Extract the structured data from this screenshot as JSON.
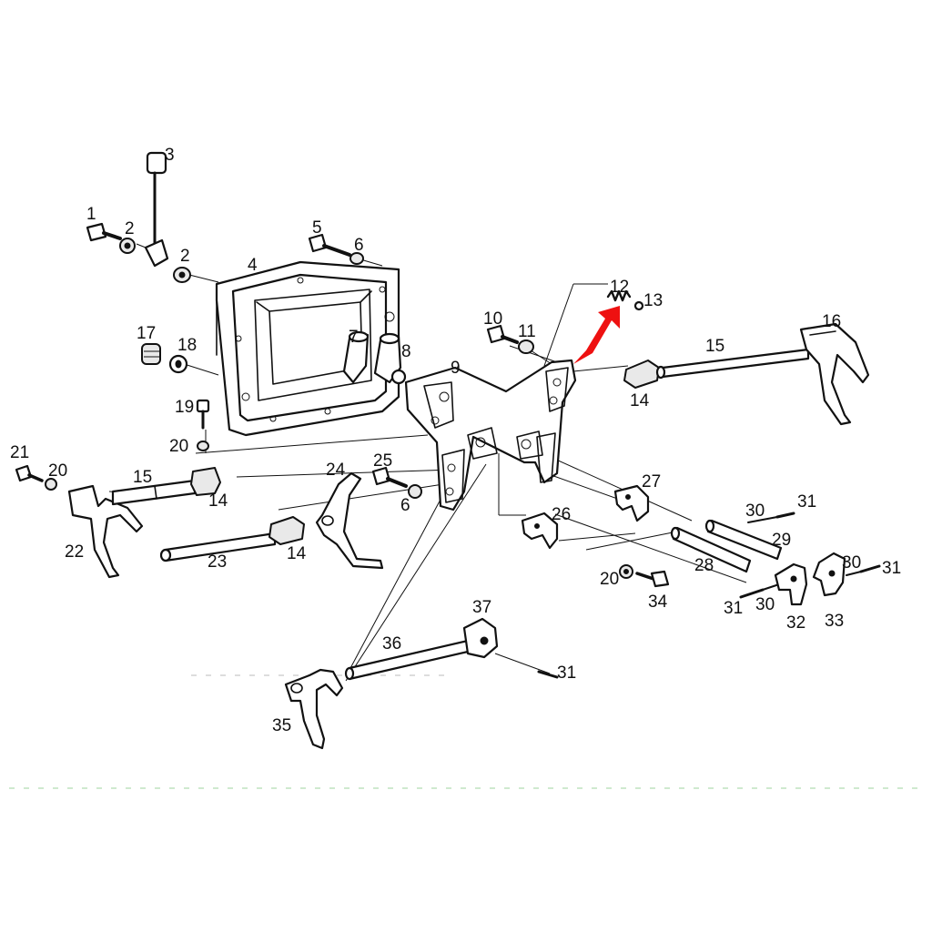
{
  "diagram": {
    "callouts": [
      {
        "id": "c1",
        "text": "1"
      },
      {
        "id": "c2a",
        "text": "2"
      },
      {
        "id": "c2b",
        "text": "2"
      },
      {
        "id": "c3",
        "text": "3"
      },
      {
        "id": "c4",
        "text": "4"
      },
      {
        "id": "c5",
        "text": "5"
      },
      {
        "id": "c6a",
        "text": "6"
      },
      {
        "id": "c6b",
        "text": "6"
      },
      {
        "id": "c7",
        "text": "7"
      },
      {
        "id": "c8",
        "text": "8"
      },
      {
        "id": "c9",
        "text": "9"
      },
      {
        "id": "c10",
        "text": "10"
      },
      {
        "id": "c11",
        "text": "11"
      },
      {
        "id": "c12",
        "text": "12"
      },
      {
        "id": "c13",
        "text": "13"
      },
      {
        "id": "c14a",
        "text": "14"
      },
      {
        "id": "c14b",
        "text": "14"
      },
      {
        "id": "c14c",
        "text": "14"
      },
      {
        "id": "c15a",
        "text": "15"
      },
      {
        "id": "c15b",
        "text": "15"
      },
      {
        "id": "c16",
        "text": "16"
      },
      {
        "id": "c17",
        "text": "17"
      },
      {
        "id": "c18",
        "text": "18"
      },
      {
        "id": "c19",
        "text": "19"
      },
      {
        "id": "c20a",
        "text": "20"
      },
      {
        "id": "c20b",
        "text": "20"
      },
      {
        "id": "c20c",
        "text": "20"
      },
      {
        "id": "c21",
        "text": "21"
      },
      {
        "id": "c22",
        "text": "22"
      },
      {
        "id": "c23",
        "text": "23"
      },
      {
        "id": "c24",
        "text": "24"
      },
      {
        "id": "c25",
        "text": "25"
      },
      {
        "id": "c26",
        "text": "26"
      },
      {
        "id": "c27",
        "text": "27"
      },
      {
        "id": "c28",
        "text": "28"
      },
      {
        "id": "c29",
        "text": "29"
      },
      {
        "id": "c30a",
        "text": "30"
      },
      {
        "id": "c30b",
        "text": "30"
      },
      {
        "id": "c30c",
        "text": "30"
      },
      {
        "id": "c31a",
        "text": "31"
      },
      {
        "id": "c31b",
        "text": "31"
      },
      {
        "id": "c31c",
        "text": "31"
      },
      {
        "id": "c31d",
        "text": "31"
      },
      {
        "id": "c32",
        "text": "32"
      },
      {
        "id": "c33",
        "text": "33"
      },
      {
        "id": "c34",
        "text": "34"
      },
      {
        "id": "c35",
        "text": "35"
      },
      {
        "id": "c36",
        "text": "36"
      },
      {
        "id": "c37",
        "text": "37"
      }
    ],
    "highlight": {
      "color": "#ee1111",
      "points_to": "12"
    }
  }
}
